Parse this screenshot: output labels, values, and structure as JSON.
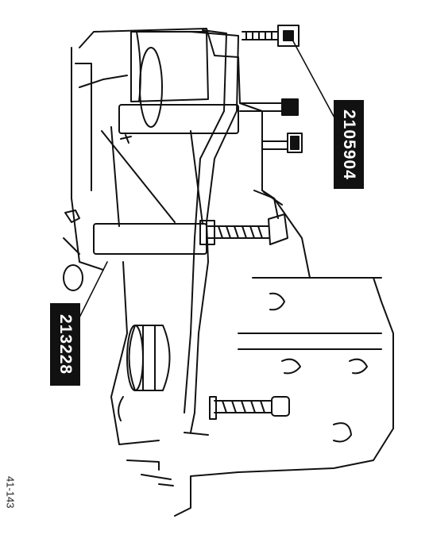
{
  "labels": {
    "tool_a": "2105904",
    "tool_b": "213228"
  },
  "figure_number": "41-143"
}
